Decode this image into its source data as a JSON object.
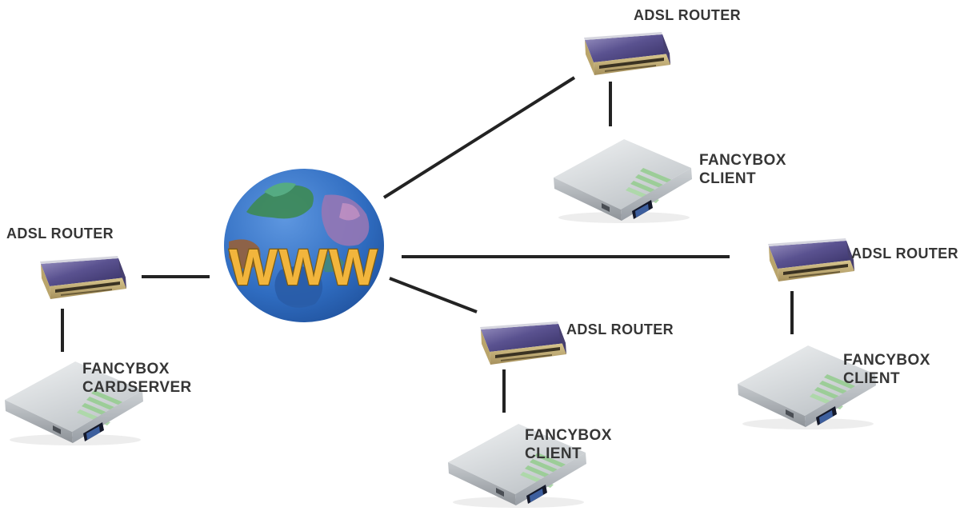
{
  "globe": {
    "label": "WWW"
  },
  "nodes": {
    "router_top": {
      "label": "ADSL ROUTER"
    },
    "router_left": {
      "label": "ADSL ROUTER"
    },
    "router_middle": {
      "label": "ADSL ROUTER"
    },
    "router_right": {
      "label": "ADSL ROUTER"
    },
    "client_topright": {
      "line1": "FANCYBOX",
      "line2": "CLIENT"
    },
    "client_middle": {
      "line1": "FANCYBOX",
      "line2": "CLIENT"
    },
    "client_right": {
      "line1": "FANCYBOX",
      "line2": "CLIENT"
    },
    "cardserver_left": {
      "line1": "FANCYBOX",
      "line2": "CARDSERVER"
    }
  },
  "icons": {
    "globe": "www-globe-icon",
    "router": "adsl-router-icon",
    "settop_box": "settop-box-icon"
  },
  "colors": {
    "background": "#ffffff",
    "label_text": "#363636",
    "connection_line": "#232323",
    "router_top_face": "#5a5290",
    "router_front_face": "#c9b478",
    "box_silver": "#d9dcde",
    "box_stripe_green": "#9ccd98",
    "globe_ocean": "#2f6cc0",
    "www_text": "#f2b53c"
  }
}
